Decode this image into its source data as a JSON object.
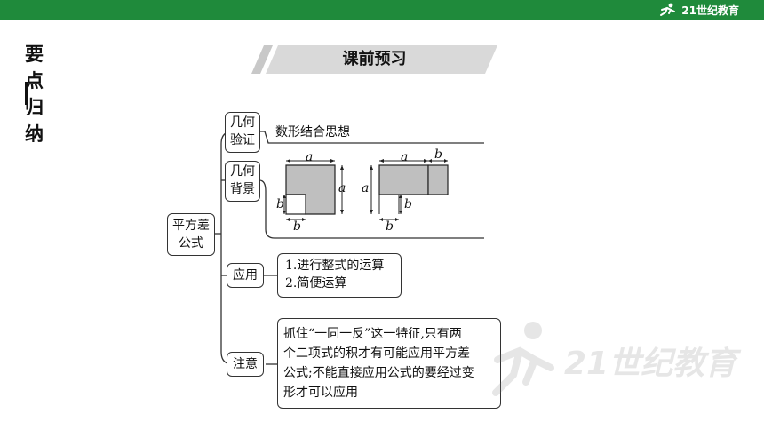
{
  "brand": {
    "logo_text": "21世纪教育",
    "bar_color": "#1f8a3b"
  },
  "banner": {
    "title": "课前预习"
  },
  "section": {
    "title": "要点归纳"
  },
  "mindmap": {
    "root": "平方差\n公式",
    "branches": [
      {
        "label": "几何\n验证",
        "content": "数形结合思想"
      },
      {
        "label": "几何\n背景",
        "content": ""
      },
      {
        "label": "应用",
        "content_lines": [
          "1.进行整式的运算",
          "2.简便运算"
        ]
      },
      {
        "label": "注意",
        "content_lines": [
          "抓住“一同一反”这一特征,只有两",
          "个二项式的积才有可能应用平方差",
          "公式;不能直接应用公式的要经过变",
          "形才可以应用"
        ]
      }
    ]
  },
  "figures": {
    "left": {
      "a_top": "a",
      "a_side": "a",
      "b_side": "b",
      "b_bottom": "b"
    },
    "right": {
      "a_top": "a",
      "b_top": "b",
      "a_side": "a",
      "b_side": "b",
      "b_bottom": "b"
    }
  },
  "watermark": {
    "text": "21世纪教育"
  }
}
